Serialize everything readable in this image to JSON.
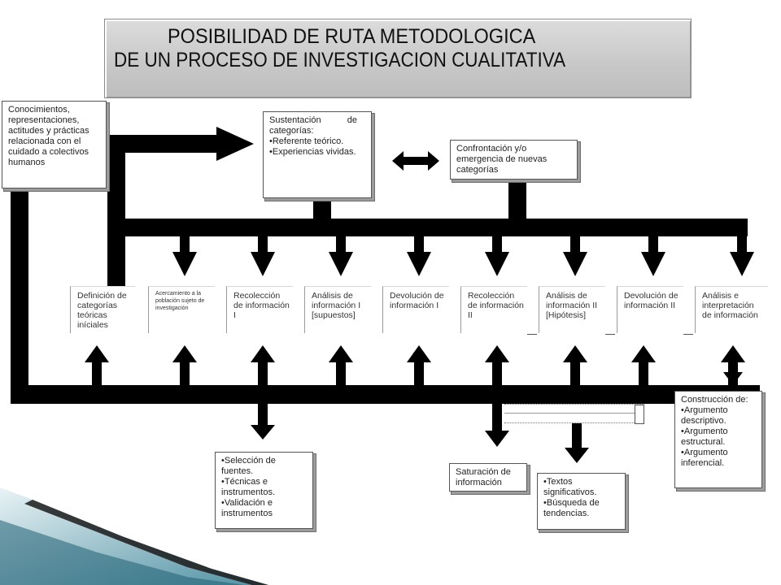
{
  "title": {
    "line1": "POSIBILIDAD DE RUTA METODOLOGICA",
    "line2": "DE UN PROCESO DE INVESTIGACION CUALITATIVA"
  },
  "boxes": {
    "conocimientos": "Conocimientos, representaciones, actitudes y prácticas relacionada con el cuidado a colectivos humanos",
    "sustentacion": {
      "heading": "Sustentación de categorías:",
      "items": [
        "Referente teórico.",
        "Experiencias vividas."
      ]
    },
    "confrontacion": "Confrontación y/o emergencia de nuevas categorías",
    "seleccion": {
      "items": [
        "Selección de fuentes.",
        "Técnicas e instrumentos.",
        "Validación e instrumentos"
      ]
    },
    "saturacion": "Saturación de información",
    "textos": {
      "items": [
        "Textos significativos.",
        "Búsqueda de tendencias."
      ]
    },
    "construccion": {
      "heading": "Construcción de:",
      "items": [
        "Argumento descriptivo.",
        "Argumento estructural.",
        "Argumento inferencial."
      ]
    }
  },
  "stages": [
    "Definición de categorías teóricas iníciales",
    "Acercamiento a la población sujeto de investigación",
    "Recolección de información I",
    "Análisis de información I [supuestos]",
    "Devolución de información I",
    "Recolección de información II",
    "Análisis de información II [Hipótesis]",
    "Devolución de información II",
    "Análisis e interpretación de información"
  ],
  "colors": {
    "arrow": "#000000",
    "title_bg": "#c9c9c9",
    "decor_teal": "#4a8ea0"
  }
}
